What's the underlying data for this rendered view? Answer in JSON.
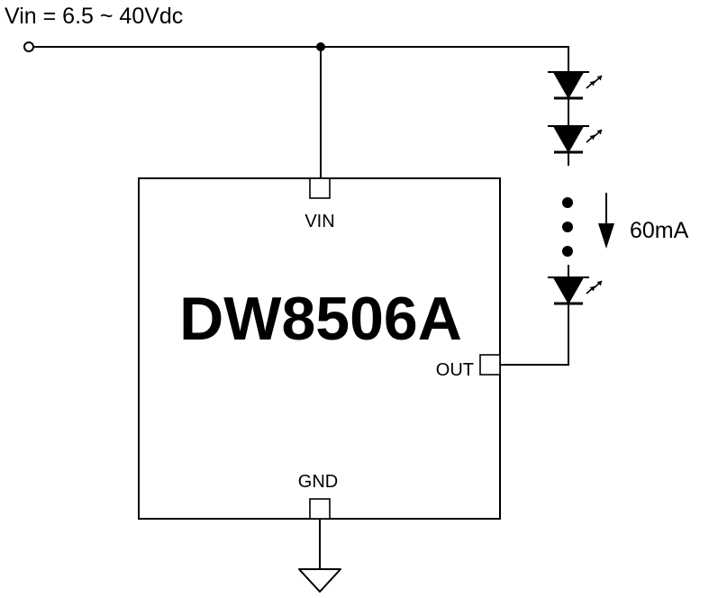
{
  "supply": {
    "label": "Vin = 6.5 ~ 40Vdc"
  },
  "chip": {
    "name": "DW8506A",
    "pins": {
      "vin": "VIN",
      "out": "OUT",
      "gnd": "GND"
    }
  },
  "led_string": {
    "current_label": "60mA"
  },
  "icons": {
    "led": "led-icon",
    "ground": "ground-icon",
    "current_arrow": "arrow-down-icon",
    "continuation": "ellipsis-dots-icon"
  },
  "colors": {
    "ink": "#000000",
    "background": "#ffffff"
  }
}
